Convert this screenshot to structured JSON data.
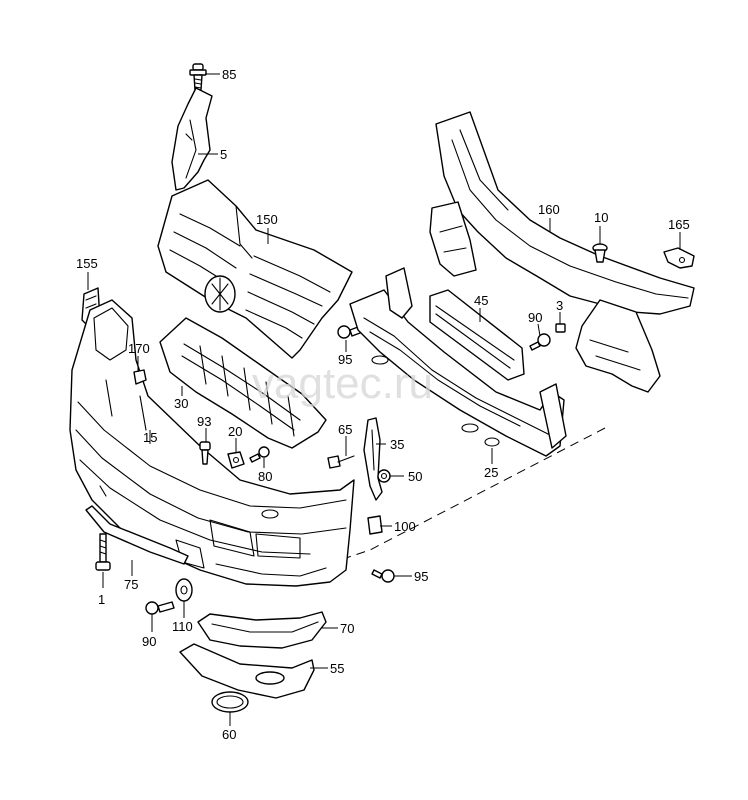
{
  "watermark": "vagtec.ru",
  "callouts": {
    "c85": "85",
    "c5": "5",
    "c150": "150",
    "c155": "155",
    "c160": "160",
    "c10": "10",
    "c165": "165",
    "c45": "45",
    "c3": "3",
    "c90a": "90",
    "c95a": "95",
    "c170": "170",
    "c30": "30",
    "c15": "15",
    "c93": "93",
    "c20": "20",
    "c80": "80",
    "c65": "65",
    "c35": "35",
    "c50": "50",
    "c25": "25",
    "c100": "100",
    "c95b": "95",
    "c75": "75",
    "c1": "1",
    "c110": "110",
    "c90b": "90",
    "c70": "70",
    "c55": "55",
    "c60": "60"
  }
}
